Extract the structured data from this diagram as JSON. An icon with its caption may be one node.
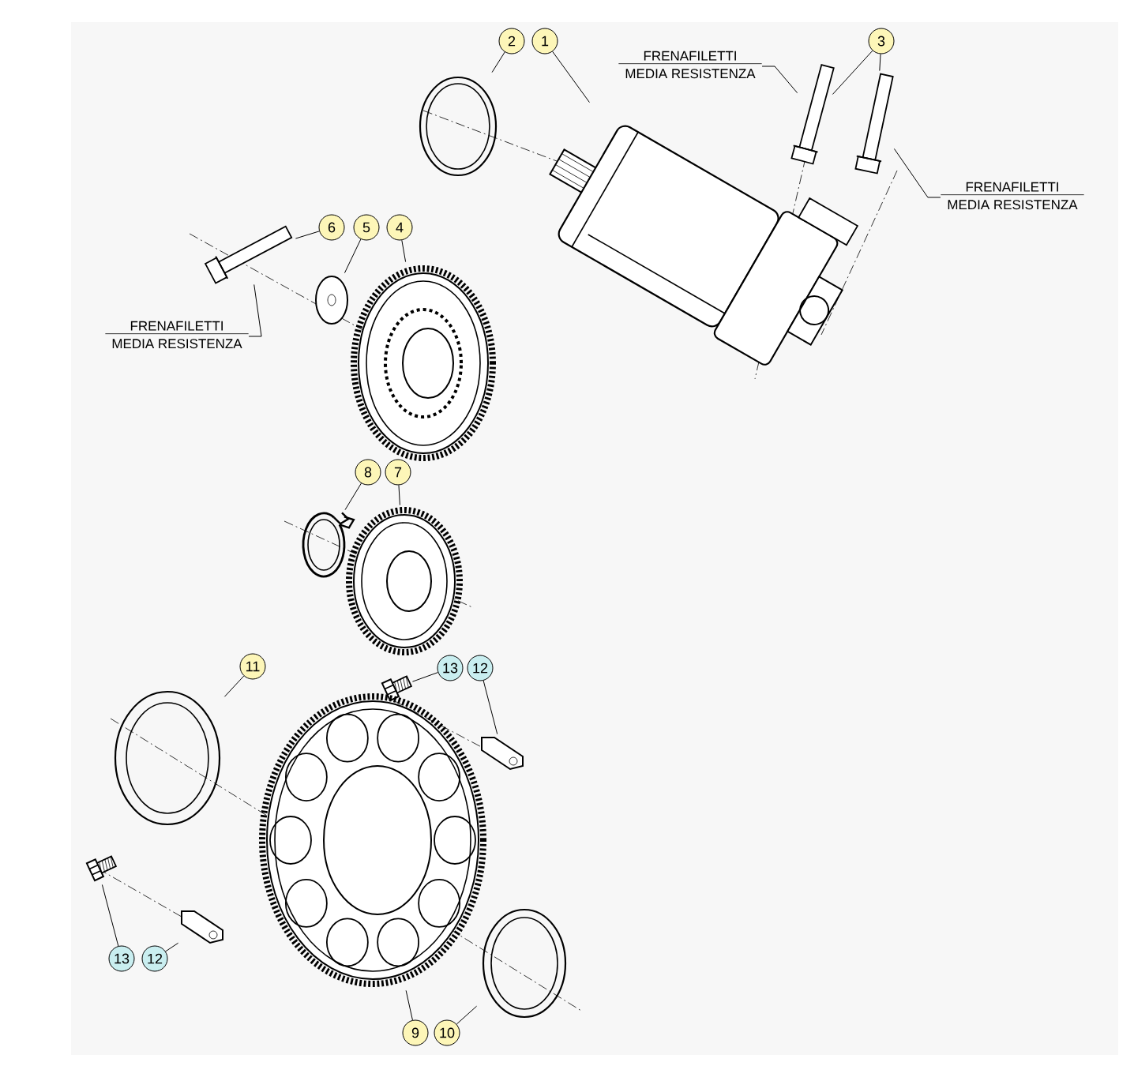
{
  "diagram": {
    "nodes": [
      {
        "text": [
          "2"
        ]
      },
      {
        "text": [
          "1"
        ]
      },
      {
        "text": [
          "FRENAFILETTI",
          "MEDIA RESISTENZA"
        ]
      },
      {
        "text": [
          "3"
        ]
      },
      {
        "text": [],
        "shape": "picture"
      },
      {
        "text": [],
        "shape": "picture"
      },
      {
        "text": [],
        "shape": "picture"
      },
      {
        "text": [],
        "shape": "picture"
      },
      {
        "text": [
          "FRENAFILETTI",
          "MEDIA RESISTENZA"
        ]
      },
      {
        "text": [
          "6"
        ]
      },
      {
        "text": [
          "5"
        ]
      },
      {
        "text": [
          "4"
        ]
      },
      {
        "text": [],
        "shape": "picture"
      },
      {
        "text": [],
        "shape": "picture"
      },
      {
        "text": [],
        "shape": "picture"
      },
      {
        "text": [
          "FRENAFILETTI",
          "MEDIA RESISTENZA"
        ]
      },
      {
        "text": [
          "8"
        ]
      },
      {
        "text": [
          "7"
        ]
      },
      {
        "text": [],
        "shape": "picture"
      },
      {
        "text": [],
        "shape": "picture"
      },
      {
        "text": [
          "11"
        ]
      },
      {
        "text": [
          "13"
        ]
      },
      {
        "text": [
          "12"
        ]
      },
      {
        "text": [],
        "shape": "picture"
      },
      {
        "text": [],
        "shape": "picture"
      },
      {
        "text": [],
        "shape": "picture"
      },
      {
        "text": [],
        "shape": "picture"
      },
      {
        "text": [],
        "shape": "picture"
      },
      {
        "text": [],
        "shape": "picture"
      },
      {
        "text": [],
        "shape": "picture"
      },
      {
        "text": [
          "13"
        ]
      },
      {
        "text": [
          "12"
        ]
      },
      {
        "text": [
          "9"
        ]
      },
      {
        "text": [
          "10"
        ]
      }
    ],
    "edges": [
      {
        "from": 0,
        "to": 4,
        "arrow": "none"
      },
      {
        "from": 1,
        "to": 5,
        "arrow": "none"
      },
      {
        "from": 3,
        "to": 6,
        "arrow": "none"
      },
      {
        "from": 3,
        "to": 7,
        "arrow": "none"
      },
      {
        "from": 2,
        "to": 6,
        "arrow": "none"
      },
      {
        "from": 8,
        "to": 7,
        "arrow": "none"
      },
      {
        "from": 9,
        "to": 12,
        "arrow": "none"
      },
      {
        "from": 10,
        "to": 13,
        "arrow": "none"
      },
      {
        "from": 11,
        "to": 14,
        "arrow": "none"
      },
      {
        "from": 15,
        "to": 12,
        "arrow": "none"
      },
      {
        "from": 16,
        "to": 18,
        "arrow": "none"
      },
      {
        "from": 17,
        "to": 19,
        "arrow": "none"
      },
      {
        "from": 20,
        "to": 24,
        "arrow": "none"
      },
      {
        "from": 21,
        "to": 23,
        "arrow": "none"
      },
      {
        "from": 22,
        "to": 25,
        "arrow": "none"
      },
      {
        "from": 30,
        "to": 27,
        "arrow": "none"
      },
      {
        "from": 31,
        "to": 28,
        "arrow": "none"
      },
      {
        "from": 32,
        "to": 26,
        "arrow": "none"
      },
      {
        "from": 33,
        "to": 29,
        "arrow": "none"
      }
    ]
  }
}
